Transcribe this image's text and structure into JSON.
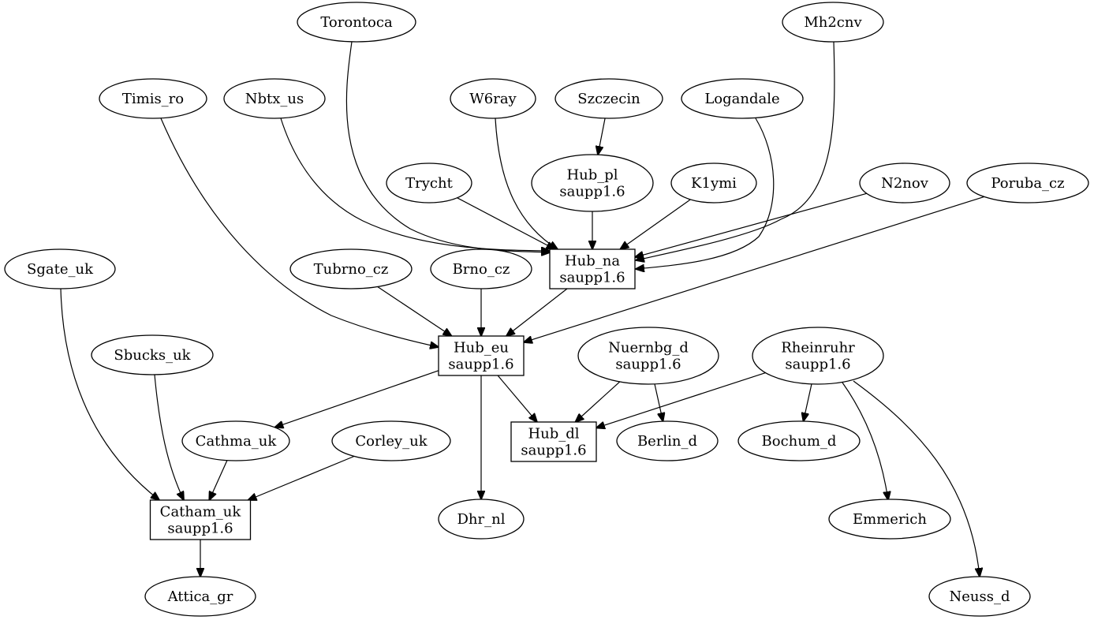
{
  "nodes": [
    {
      "id": "Torontoca",
      "label": [
        "Torontoca"
      ],
      "shape": "ellipse"
    },
    {
      "id": "Mh2cnv",
      "label": [
        "Mh2cnv"
      ],
      "shape": "ellipse"
    },
    {
      "id": "Timis_ro",
      "label": [
        "Timis_ro"
      ],
      "shape": "ellipse"
    },
    {
      "id": "Nbtx_us",
      "label": [
        "Nbtx_us"
      ],
      "shape": "ellipse"
    },
    {
      "id": "W6ray",
      "label": [
        "W6ray"
      ],
      "shape": "ellipse"
    },
    {
      "id": "Szczecin",
      "label": [
        "Szczecin"
      ],
      "shape": "ellipse"
    },
    {
      "id": "Logandale",
      "label": [
        "Logandale"
      ],
      "shape": "ellipse"
    },
    {
      "id": "Trycht",
      "label": [
        "Trycht"
      ],
      "shape": "ellipse"
    },
    {
      "id": "Hub_pl",
      "label": [
        "Hub_pl",
        "saupp1.6"
      ],
      "shape": "ellipse"
    },
    {
      "id": "K1ymi",
      "label": [
        "K1ymi"
      ],
      "shape": "ellipse"
    },
    {
      "id": "N2nov",
      "label": [
        "N2nov"
      ],
      "shape": "ellipse"
    },
    {
      "id": "Poruba_cz",
      "label": [
        "Poruba_cz"
      ],
      "shape": "ellipse"
    },
    {
      "id": "Sgate_uk",
      "label": [
        "Sgate_uk"
      ],
      "shape": "ellipse"
    },
    {
      "id": "Tubrno_cz",
      "label": [
        "Tubrno_cz"
      ],
      "shape": "ellipse"
    },
    {
      "id": "Brno_cz",
      "label": [
        "Brno_cz"
      ],
      "shape": "ellipse"
    },
    {
      "id": "Hub_na",
      "label": [
        "Hub_na",
        "saupp1.6"
      ],
      "shape": "box"
    },
    {
      "id": "Sbucks_uk",
      "label": [
        "Sbucks_uk"
      ],
      "shape": "ellipse"
    },
    {
      "id": "Hub_eu",
      "label": [
        "Hub_eu",
        "saupp1.6"
      ],
      "shape": "box"
    },
    {
      "id": "Nuernbg_d",
      "label": [
        "Nuernbg_d",
        "saupp1.6"
      ],
      "shape": "ellipse"
    },
    {
      "id": "Rheinruhr",
      "label": [
        "Rheinruhr",
        "saupp1.6"
      ],
      "shape": "ellipse"
    },
    {
      "id": "Cathma_uk",
      "label": [
        "Cathma_uk"
      ],
      "shape": "ellipse"
    },
    {
      "id": "Corley_uk",
      "label": [
        "Corley_uk"
      ],
      "shape": "ellipse"
    },
    {
      "id": "Hub_dl",
      "label": [
        "Hub_dl",
        "saupp1.6"
      ],
      "shape": "box"
    },
    {
      "id": "Berlin_d",
      "label": [
        "Berlin_d"
      ],
      "shape": "ellipse"
    },
    {
      "id": "Bochum_d",
      "label": [
        "Bochum_d"
      ],
      "shape": "ellipse"
    },
    {
      "id": "Catham_uk",
      "label": [
        "Catham_uk",
        "saupp1.6"
      ],
      "shape": "box"
    },
    {
      "id": "Dhr_nl",
      "label": [
        "Dhr_nl"
      ],
      "shape": "ellipse"
    },
    {
      "id": "Emmerich",
      "label": [
        "Emmerich"
      ],
      "shape": "ellipse"
    },
    {
      "id": "Attica_gr",
      "label": [
        "Attica_gr"
      ],
      "shape": "ellipse"
    },
    {
      "id": "Neuss_d",
      "label": [
        "Neuss_d"
      ],
      "shape": "ellipse"
    }
  ],
  "edges": [
    {
      "from": "Szczecin",
      "to": "Hub_pl"
    },
    {
      "from": "Torontoca",
      "to": "Hub_na"
    },
    {
      "from": "Mh2cnv",
      "to": "Hub_na"
    },
    {
      "from": "Nbtx_us",
      "to": "Hub_na"
    },
    {
      "from": "W6ray",
      "to": "Hub_na"
    },
    {
      "from": "Logandale",
      "to": "Hub_na"
    },
    {
      "from": "Trycht",
      "to": "Hub_na"
    },
    {
      "from": "Hub_pl",
      "to": "Hub_na"
    },
    {
      "from": "K1ymi",
      "to": "Hub_na"
    },
    {
      "from": "N2nov",
      "to": "Hub_na"
    },
    {
      "from": "Timis_ro",
      "to": "Hub_eu"
    },
    {
      "from": "Tubrno_cz",
      "to": "Hub_eu"
    },
    {
      "from": "Brno_cz",
      "to": "Hub_eu"
    },
    {
      "from": "Hub_na",
      "to": "Hub_eu"
    },
    {
      "from": "Poruba_cz",
      "to": "Hub_eu"
    },
    {
      "from": "Hub_eu",
      "to": "Cathma_uk"
    },
    {
      "from": "Hub_eu",
      "to": "Hub_dl"
    },
    {
      "from": "Hub_eu",
      "to": "Dhr_nl"
    },
    {
      "from": "Nuernbg_d",
      "to": "Hub_dl"
    },
    {
      "from": "Nuernbg_d",
      "to": "Berlin_d"
    },
    {
      "from": "Rheinruhr",
      "to": "Hub_dl"
    },
    {
      "from": "Rheinruhr",
      "to": "Bochum_d"
    },
    {
      "from": "Rheinruhr",
      "to": "Emmerich"
    },
    {
      "from": "Rheinruhr",
      "to": "Neuss_d"
    },
    {
      "from": "Sgate_uk",
      "to": "Catham_uk"
    },
    {
      "from": "Sbucks_uk",
      "to": "Catham_uk"
    },
    {
      "from": "Cathma_uk",
      "to": "Catham_uk"
    },
    {
      "from": "Corley_uk",
      "to": "Catham_uk"
    },
    {
      "from": "Catham_uk",
      "to": "Attica_gr"
    }
  ]
}
